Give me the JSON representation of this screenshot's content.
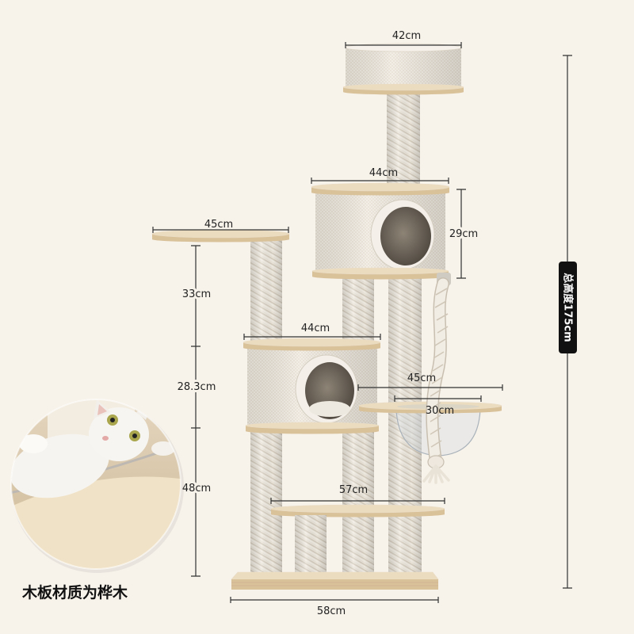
{
  "dimensions": {
    "top_bowl_width": "42cm",
    "upper_condo_width": "44cm",
    "upper_condo_height": "29cm",
    "left_platform_width": "45cm",
    "left_segment_top": "33cm",
    "left_segment_middle": "28.3cm",
    "lower_condo_width": "44cm",
    "right_platform_width": "45cm",
    "hammock_bowl_width": "30cm",
    "bottom_platform_width": "57cm",
    "left_segment_bottom": "48cm",
    "base_width": "58cm",
    "total_height": "总高度175cm"
  },
  "caption": "木板材质为桦木",
  "colors": {
    "background": "#f7f2ea",
    "wood_top": "#ecdcbf",
    "wood_side": "#d9c19a",
    "dimension_line": "#333333",
    "height_label_bg": "#111111",
    "height_label_text": "#ffffff"
  }
}
